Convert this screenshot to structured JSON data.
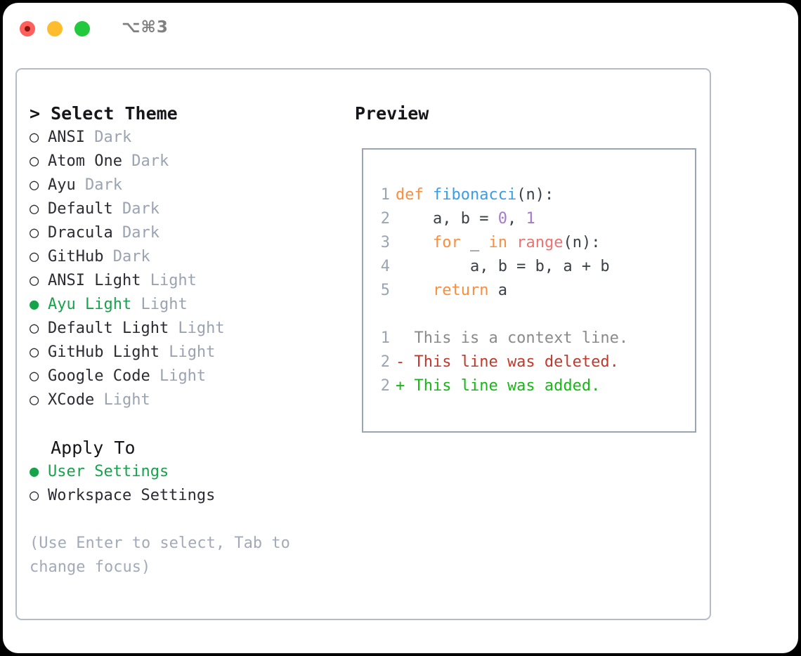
{
  "titlebar": {
    "shortcut": "⌥⌘3",
    "buttons": [
      {
        "name": "close",
        "color": "#ff605c"
      },
      {
        "name": "minimize",
        "color": "#ffbd2e"
      },
      {
        "name": "maximize",
        "color": "#22c93c"
      }
    ]
  },
  "theme_section": {
    "heading": "> Select Theme",
    "items": [
      {
        "marker": "○",
        "label": "ANSI",
        "badge": "Dark",
        "selected": false
      },
      {
        "marker": "○",
        "label": "Atom One",
        "badge": "Dark",
        "selected": false
      },
      {
        "marker": "○",
        "label": "Ayu",
        "badge": "Dark",
        "selected": false
      },
      {
        "marker": "○",
        "label": "Default",
        "badge": "Dark",
        "selected": false
      },
      {
        "marker": "○",
        "label": "Dracula",
        "badge": "Dark",
        "selected": false
      },
      {
        "marker": "○",
        "label": "GitHub",
        "badge": "Dark",
        "selected": false
      },
      {
        "marker": "○",
        "label": "ANSI Light",
        "badge": "Light",
        "selected": false
      },
      {
        "marker": "●",
        "label": "Ayu Light",
        "badge": "Light",
        "selected": true
      },
      {
        "marker": "○",
        "label": "Default Light",
        "badge": "Light",
        "selected": false
      },
      {
        "marker": "○",
        "label": "GitHub Light",
        "badge": "Light",
        "selected": false
      },
      {
        "marker": "○",
        "label": "Google Code",
        "badge": "Light",
        "selected": false
      },
      {
        "marker": "○",
        "label": "XCode",
        "badge": "Light",
        "selected": false
      }
    ]
  },
  "apply_section": {
    "heading": "  Apply To",
    "items": [
      {
        "marker": "●",
        "label": "User Settings",
        "badge": "",
        "selected": true
      },
      {
        "marker": "○",
        "label": "Workspace Settings",
        "badge": "",
        "selected": false
      }
    ]
  },
  "hint": "(Use Enter to select, Tab to change focus)",
  "preview": {
    "title": "Preview",
    "code_lines": [
      {
        "n": "1",
        "tokens": [
          {
            "t": "def ",
            "c": "kw"
          },
          {
            "t": "fibonacci",
            "c": "fn"
          },
          {
            "t": "(n):",
            "c": "pl"
          }
        ]
      },
      {
        "n": "2",
        "tokens": [
          {
            "t": "    a, b = ",
            "c": "pl"
          },
          {
            "t": "0",
            "c": "num"
          },
          {
            "t": ", ",
            "c": "pl"
          },
          {
            "t": "1",
            "c": "num"
          }
        ]
      },
      {
        "n": "3",
        "tokens": [
          {
            "t": "    ",
            "c": "pl"
          },
          {
            "t": "for",
            "c": "kw"
          },
          {
            "t": " _ ",
            "c": "pl"
          },
          {
            "t": "in",
            "c": "kw"
          },
          {
            "t": " ",
            "c": "pl"
          },
          {
            "t": "range",
            "c": "call"
          },
          {
            "t": "(n):",
            "c": "pl"
          }
        ]
      },
      {
        "n": "4",
        "tokens": [
          {
            "t": "        a, b = b, a + b",
            "c": "pl"
          }
        ]
      },
      {
        "n": "5",
        "tokens": [
          {
            "t": "    ",
            "c": "pl"
          },
          {
            "t": "return",
            "c": "kw"
          },
          {
            "t": " a",
            "c": "pl"
          }
        ]
      }
    ],
    "diff_lines": [
      {
        "n": "1",
        "text": "  This is a context line.",
        "kind": "ctx"
      },
      {
        "n": "2",
        "text": "- This line was deleted.",
        "kind": "del"
      },
      {
        "n": "2",
        "text": "+ This line was added.",
        "kind": "add"
      }
    ]
  },
  "colors": {
    "selected_green": "#16a34a",
    "badge_gray": "#9aa3b2",
    "hint_gray": "#a2aab9",
    "keyword_orange": "#fa8d3e",
    "function_blue": "#399ee6",
    "number_purple": "#a37acc",
    "call_red": "#f07171",
    "diff_deleted": "#c0392b",
    "diff_added": "#16b816",
    "diff_context": "#8a8a8a",
    "border_gray": "#b3bcc8"
  }
}
